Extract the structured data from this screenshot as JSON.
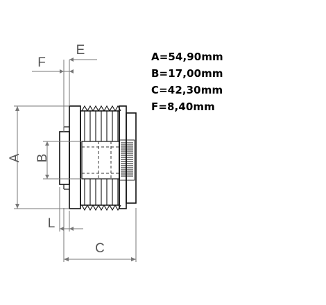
{
  "dimension_labels": {
    "A": "A",
    "B": "B",
    "C": "C",
    "E": "E",
    "F": "F",
    "L": "L"
  },
  "specs": [
    "A=54,90mm",
    "B=17,00mm",
    "C=42,30mm",
    "F=8,40mm"
  ],
  "colors": {
    "outline": "#111111",
    "dimension_line": "#777777",
    "label": "#555555"
  },
  "icon": "alternator-pulley-drawing"
}
